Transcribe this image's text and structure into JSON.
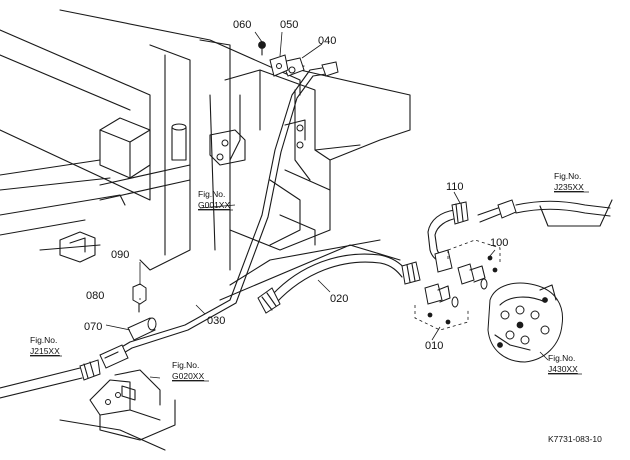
{
  "parts": [
    {
      "id": "p060",
      "label": "060"
    },
    {
      "id": "p050",
      "label": "050"
    },
    {
      "id": "p040",
      "label": "040"
    },
    {
      "id": "p110",
      "label": "110"
    },
    {
      "id": "p100",
      "label": "100"
    },
    {
      "id": "p090",
      "label": "090"
    },
    {
      "id": "p080",
      "label": "080"
    },
    {
      "id": "p070",
      "label": "070"
    },
    {
      "id": "p030",
      "label": "030"
    },
    {
      "id": "p020",
      "label": "020"
    },
    {
      "id": "p010",
      "label": "010"
    }
  ],
  "figure_refs": [
    {
      "id": "g001",
      "prefix": "Fig.No.",
      "code": "G001XX"
    },
    {
      "id": "j235",
      "prefix": "Fig.No.",
      "code": "J235XX"
    },
    {
      "id": "j215",
      "prefix": "Fig.No.",
      "code": "J215XX"
    },
    {
      "id": "g020",
      "prefix": "Fig.No.",
      "code": "G020XX"
    },
    {
      "id": "j430",
      "prefix": "Fig.No.",
      "code": "J430XX"
    }
  ],
  "drawing_code": "K7731-083-10"
}
